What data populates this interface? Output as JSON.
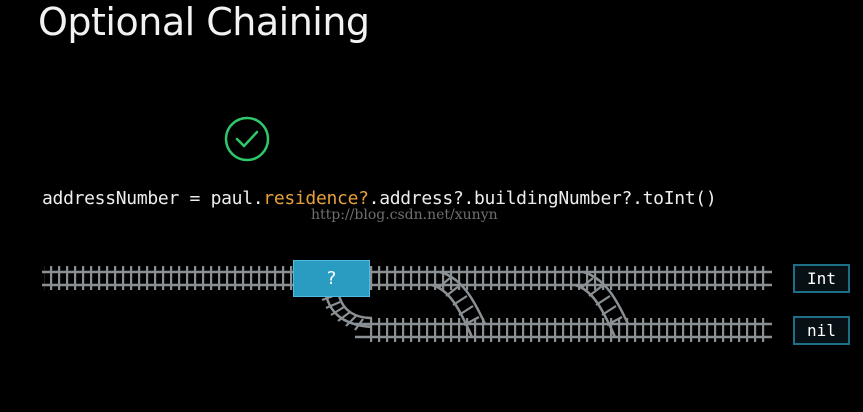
{
  "slide": {
    "title": "Optional Chaining"
  },
  "status": {
    "icon": "checkmark-circle-icon",
    "color": "#2ec86a"
  },
  "code": {
    "prefix": "addressNumber = paul.",
    "highlight": "residence?",
    "suffix": ".address?.buildingNumber?.toInt()",
    "highlight_color": "#e7a13c"
  },
  "watermark": {
    "text": "http://blog.csdn.net/xunyn"
  },
  "diagram": {
    "train_label": "?",
    "train_color": "#2a9cc2",
    "track_color": "#8a9094",
    "results": {
      "success": "Int",
      "failure": "nil"
    }
  }
}
